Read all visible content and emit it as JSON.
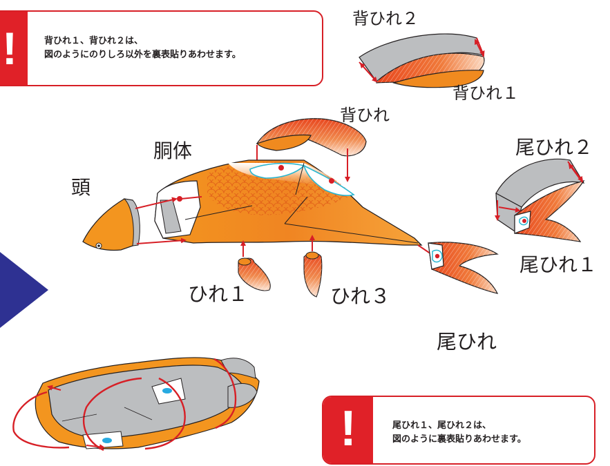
{
  "notes": {
    "top": {
      "icon": "exclamation-icon",
      "line1": "背ひれ１、背ひれ２は、",
      "line2": "図のようにのりしろ以外を裏表貼りあわせます。"
    },
    "bottom": {
      "icon": "exclamation-icon",
      "line1": "尾ひれ１、尾ひれ２は、",
      "line2": "図のように裏表貼りあわせます。"
    }
  },
  "labels": {
    "dorsal2": "背ひれ２",
    "dorsal1": "背ひれ１",
    "dorsal": "背ひれ",
    "body": "胴体",
    "head": "頭",
    "tail2": "尾ひれ２",
    "tail1": "尾ひれ１",
    "fin1": "ひれ１",
    "fin3": "ひれ３",
    "tail": "尾ひれ"
  },
  "colors": {
    "accent_red": "#e02128",
    "arrow_red": "#d71f26",
    "body_orange": "#f3951f",
    "fin_orange": "#ee5a24",
    "gray": "#bcbec0",
    "navy_arrow": "#2e3192",
    "outline": "#231f20",
    "cyan_outline": "#29b6d1",
    "blue_dot": "#27aae1"
  }
}
